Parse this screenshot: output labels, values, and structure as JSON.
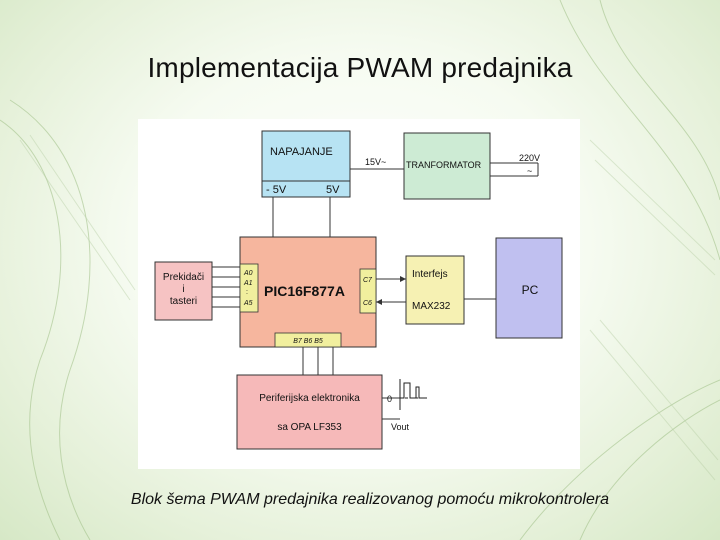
{
  "title": "Implementacija PWAM predajnika",
  "caption": "Blok šema PWAM predajnika realizovanog pomoću mikrokontrolera",
  "diagram": {
    "napajanje": {
      "label": "NAPAJANJE",
      "minus5": "- 5V",
      "plus5": "5V"
    },
    "voltage_15": "15V~",
    "tranformator": "TRANFORMATOR",
    "mains": "220V",
    "mains_symbol": "~",
    "prekidaci": {
      "line1": "Prekidači",
      "line2": "i",
      "line3": "tasteri"
    },
    "pic": {
      "label": "PIC16F877A",
      "pins_a": [
        "A0",
        "A1",
        ":",
        "A5"
      ],
      "pin_c7": "C7",
      "pin_c6": "C6",
      "pins_b": "B7 B6 B5"
    },
    "interfejs": {
      "line1": "Interfejs",
      "line2": "MAX232"
    },
    "pc": "PC",
    "periferijska": {
      "line1": "Periferijska elektronika",
      "line2": "sa OPA LF353"
    },
    "signal_zero": "0",
    "vout": "Vout",
    "colors": {
      "napajanje": "#b7e3f3",
      "tranformator": "#cdebd4",
      "prekidaci": "#f6c3c3",
      "pic": "#f6b69e",
      "interfejs": "#f6f1b3",
      "pc": "#c0c0f0",
      "periferijska": "#f6b9b9",
      "pins": "#f1ef9e"
    }
  }
}
